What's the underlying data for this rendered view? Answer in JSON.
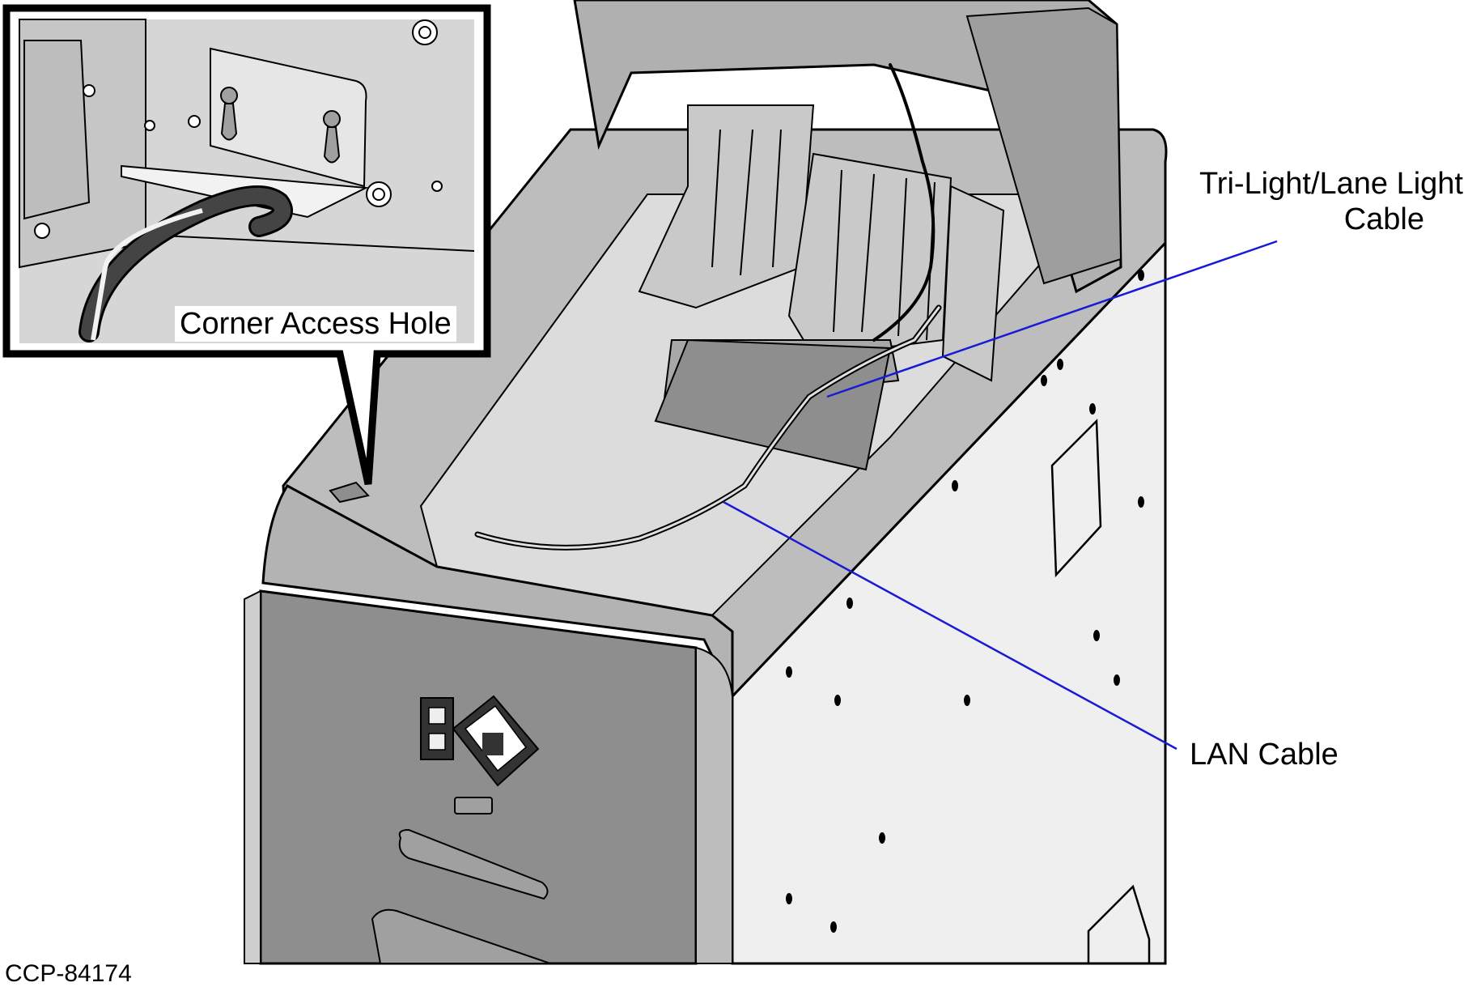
{
  "callouts": {
    "tri_light": {
      "line1": "Tri-Light/Lane Light",
      "line2": "Cable"
    },
    "lan": "LAN Cable",
    "corner_access": "Corner Access Hole"
  },
  "figure_id": "CCP-84174",
  "colors": {
    "leader_line": "#1a1ad6",
    "outline": "#000000",
    "body_light": "#efefef",
    "body_mid": "#bdbdbd",
    "body_dark": "#8e8e8e",
    "inset_bg": "#d6d6d6"
  }
}
